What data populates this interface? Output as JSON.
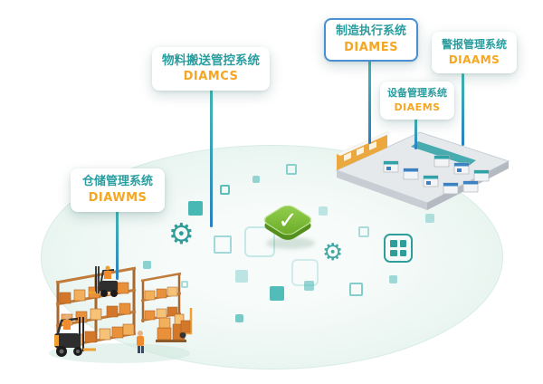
{
  "diagram": {
    "boxes": {
      "mcs": {
        "title": "物料搬送管控系统",
        "code": "DIAMCS"
      },
      "mes": {
        "title": "制造执行系统",
        "code": "DIAMES"
      },
      "ams": {
        "title": "警报管理系统",
        "code": "DIAAMS"
      },
      "ems": {
        "title": "设备管理系统",
        "code": "DIAEMS"
      },
      "wms": {
        "title": "仓储管理系统",
        "code": "DIAWMS"
      }
    },
    "center_check": "✓",
    "icons": {
      "gear": "⚙"
    },
    "colors": {
      "system_title": "#2a9d9f",
      "system_code": "#f5a623",
      "mes_border": "#4a8fd4",
      "connector_top": "#43b8b4",
      "connector_bottom": "#2a7fc0",
      "check_green": "#7cb342",
      "platform_mint": "#e9f5f0",
      "decor_teal": "#35b0ac"
    }
  }
}
